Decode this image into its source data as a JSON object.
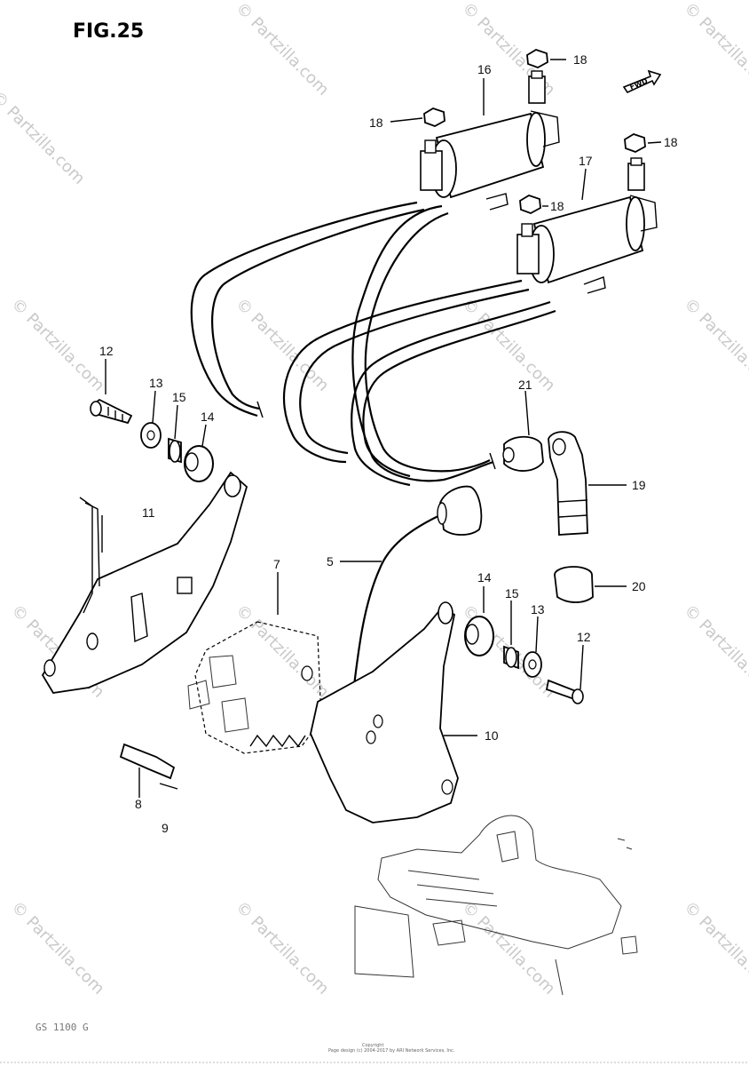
{
  "figure": {
    "title": "FIG.25",
    "fwd_label": "FWD",
    "footer_code": "GS 1100 G",
    "copyright": "Copyright",
    "copyright_detail": "Page design (c) 2004-2017 by ARI Network Services, Inc."
  },
  "watermark": {
    "text": "© Partzilla.com"
  },
  "callouts": [
    {
      "id": "c-16a",
      "label": "16"
    },
    {
      "id": "c-18a",
      "label": "18"
    },
    {
      "id": "c-18b",
      "label": "18"
    },
    {
      "id": "c-18c",
      "label": "18"
    },
    {
      "id": "c-17",
      "label": "17"
    },
    {
      "id": "c-18d",
      "label": "18"
    },
    {
      "id": "c-12a",
      "label": "12"
    },
    {
      "id": "c-13a",
      "label": "13"
    },
    {
      "id": "c-15a",
      "label": "15"
    },
    {
      "id": "c-14a",
      "label": "14"
    },
    {
      "id": "c-21",
      "label": "21"
    },
    {
      "id": "c-19",
      "label": "19"
    },
    {
      "id": "c-11",
      "label": "11"
    },
    {
      "id": "c-7",
      "label": "7"
    },
    {
      "id": "c-5",
      "label": "5"
    },
    {
      "id": "c-20",
      "label": "20"
    },
    {
      "id": "c-14b",
      "label": "14"
    },
    {
      "id": "c-15b",
      "label": "15"
    },
    {
      "id": "c-13b",
      "label": "13"
    },
    {
      "id": "c-12b",
      "label": "12"
    },
    {
      "id": "c-10",
      "label": "10"
    },
    {
      "id": "c-8",
      "label": "8"
    },
    {
      "id": "c-9",
      "label": "9"
    }
  ]
}
